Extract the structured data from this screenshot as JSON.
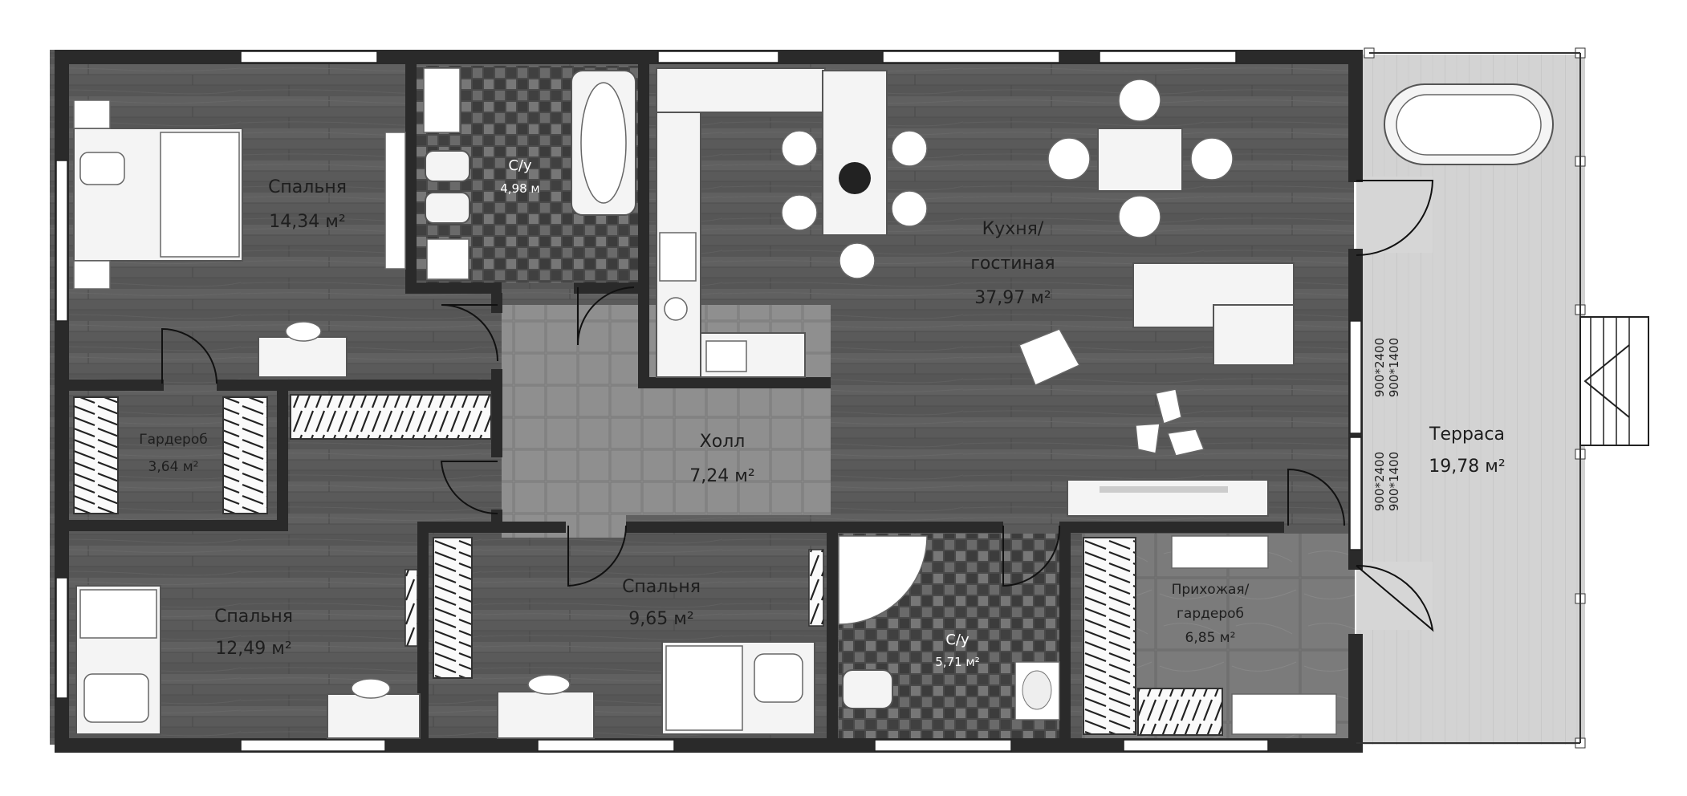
{
  "rooms": {
    "bedroom_1": {
      "name": "Спальня",
      "area": "14,34 м²"
    },
    "bathroom_1": {
      "name": "С/у",
      "area": "4,98 м"
    },
    "kitchen": {
      "name_line1": "Кухня/",
      "name_line2": "гостиная",
      "area": "37,97 м²"
    },
    "wardrobe": {
      "name": "Гардероб",
      "area": "3,64 м²"
    },
    "hall": {
      "name": "Холл",
      "area": "7,24 м²"
    },
    "terrace": {
      "name": "Терраса",
      "area": "19,78 м²"
    },
    "bedroom_2": {
      "name": "Спальня",
      "area": "12,49 м²"
    },
    "bedroom_3": {
      "name": "Спальня",
      "area": "9,65 м²"
    },
    "bathroom_2": {
      "name": "С/у",
      "area": "5,71 м²"
    },
    "entry": {
      "name_line1": "Прихожая/",
      "name_line2": "гардероб",
      "area": "6,85 м²"
    }
  },
  "openings": {
    "upper": {
      "line1": "900*2400",
      "line2": "900*1400"
    },
    "lower": {
      "line1": "900*2400",
      "line2": "900*1400"
    }
  },
  "colors": {
    "floor_wood": "#5b5b5b",
    "floor_tile": "#8a8a8a",
    "floor_stone": "#767676",
    "terrace": "#d2d2d2",
    "wall": "#2a2a2a",
    "mosaic": "#545454"
  }
}
